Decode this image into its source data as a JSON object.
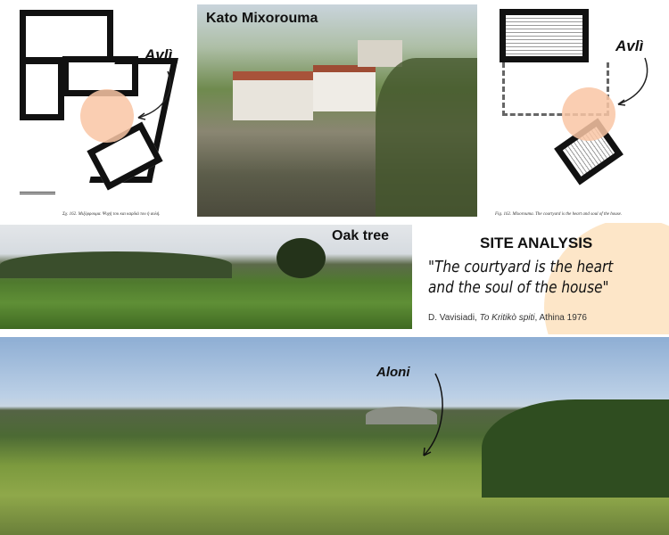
{
  "top": {
    "left_plan": {
      "label": "Avlì",
      "caption": "Σχ. 162. Μιξόρρουμα. Ψυχή του και καρδιά του ή αυλή."
    },
    "photo": {
      "title": "Kato Mixorouma"
    },
    "right_plan": {
      "label": "Avlì",
      "caption": "Fig. 162. Mixorouma. The courtyard is the heart and soul of the house."
    }
  },
  "middle": {
    "photo_label": "Oak tree",
    "heading": "SITE ANALYSIS",
    "quote": "\"The courtyard is the heart and the soul of the house\"",
    "attribution_author": "D. Vavisiadi, ",
    "attribution_title": "To Kritikò spiti",
    "attribution_rest": ", Athina 1976",
    "accent_color": "#fde6c8"
  },
  "bottom": {
    "photo_label": "Aloni"
  }
}
